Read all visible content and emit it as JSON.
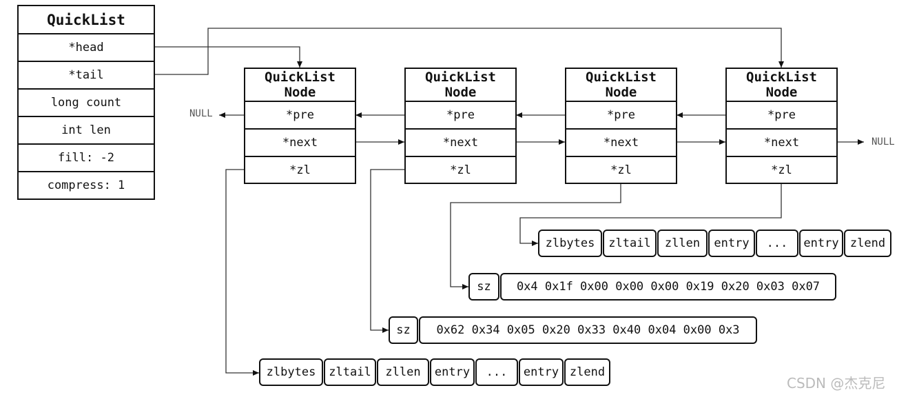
{
  "quicklist": {
    "title": "QuickList",
    "fields": [
      "*head",
      "*tail",
      "long count",
      "int len",
      "fill: -2",
      "compress: 1"
    ]
  },
  "nodes": [
    {
      "title_line1": "QuickList",
      "title_line2": "Node",
      "fields": [
        "*pre",
        "*next",
        "*zl"
      ]
    },
    {
      "title_line1": "QuickList",
      "title_line2": "Node",
      "fields": [
        "*pre",
        "*next",
        "*zl"
      ]
    },
    {
      "title_line1": "QuickList",
      "title_line2": "Node",
      "fields": [
        "*pre",
        "*next",
        "*zl"
      ]
    },
    {
      "title_line1": "QuickList",
      "title_line2": "Node",
      "fields": [
        "*pre",
        "*next",
        "*zl"
      ]
    }
  ],
  "null_labels": {
    "left": "NULL",
    "right": "NULL"
  },
  "ziplist_top": [
    "zlbytes",
    "zltail",
    "zllen",
    "entry",
    "...",
    "entry",
    "zlend"
  ],
  "compressed_a": {
    "sz": "sz",
    "bytes": "0x4 0x1f 0x00 0x00 0x00 0x19 0x20 0x03 0x07"
  },
  "compressed_b": {
    "sz": "sz",
    "bytes": "0x62 0x34 0x05 0x20 0x33 0x40 0x04 0x00 0x3"
  },
  "ziplist_bottom": [
    "zlbytes",
    "zltail",
    "zllen",
    "entry",
    "...",
    "entry",
    "zlend"
  ],
  "watermark": "CSDN @杰克尼"
}
